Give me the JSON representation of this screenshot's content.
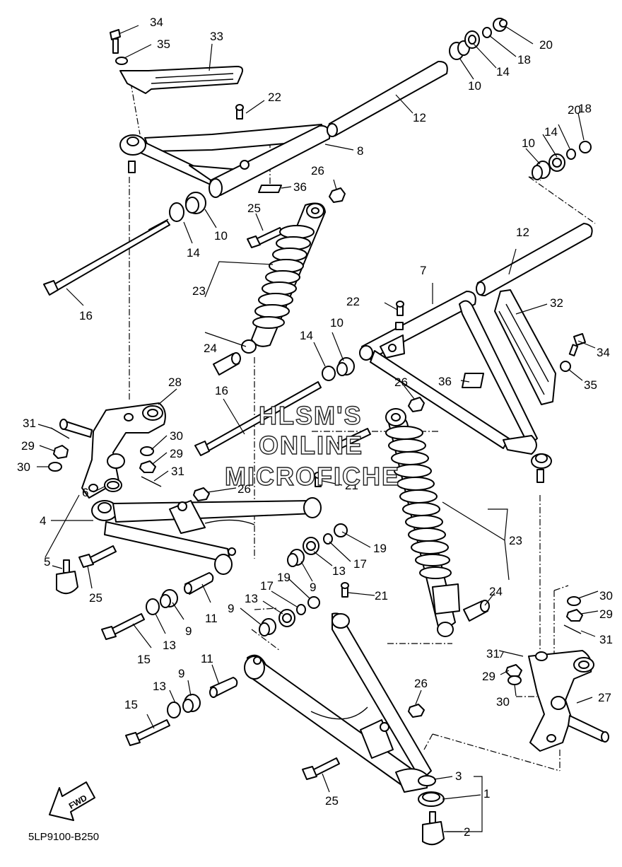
{
  "diagram_code": "5LP9100-B250",
  "fwd_label": "FWD",
  "watermark_lines": [
    "HLSM'S",
    "ONLINE",
    "MICROFICHE"
  ],
  "callouts": [
    "34",
    "35",
    "33",
    "22",
    "12",
    "8",
    "20",
    "18",
    "14",
    "10",
    "36",
    "26",
    "25",
    "10",
    "14",
    "16",
    "23",
    "24",
    "7",
    "12",
    "10",
    "14",
    "18",
    "20",
    "22",
    "10",
    "14",
    "32",
    "34",
    "35",
    "36",
    "26",
    "28",
    "16",
    "31",
    "29",
    "30",
    "30",
    "29",
    "31",
    "6",
    "26",
    "21",
    "4",
    "5",
    "25",
    "19",
    "17",
    "13",
    "9",
    "11",
    "15",
    "13",
    "9",
    "19",
    "9",
    "17",
    "13",
    "21",
    "23",
    "24",
    "30",
    "29",
    "31",
    "31",
    "29",
    "30",
    "27",
    "11",
    "9",
    "13",
    "15",
    "26",
    "25",
    "3",
    "1",
    "2"
  ]
}
